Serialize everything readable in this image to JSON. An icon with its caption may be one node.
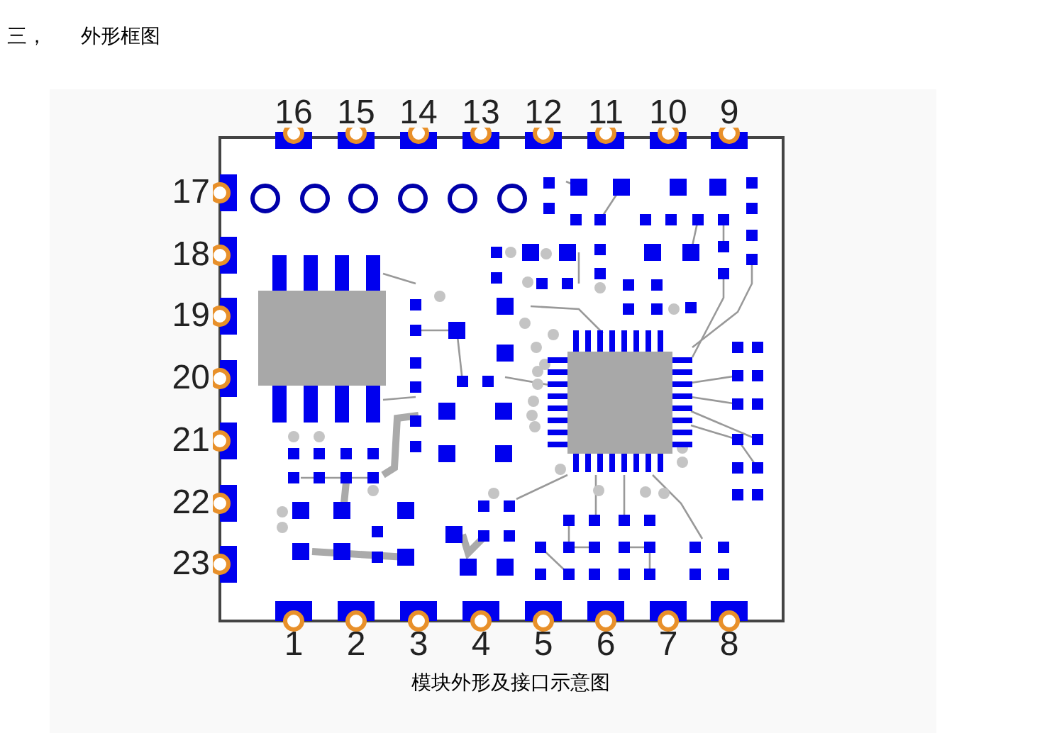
{
  "diagram": {
    "title": "外形框图",
    "labels": [
      "三，",
      "16",
      "15",
      "14",
      "13",
      "12",
      "11",
      "10",
      "9",
      "17",
      "18",
      "19",
      "20",
      "21",
      "22",
      "23",
      "1",
      "2",
      "3",
      "4",
      "5",
      "6",
      "7",
      "8"
    ],
    "caption": "模块外形及接口示意图"
  }
}
